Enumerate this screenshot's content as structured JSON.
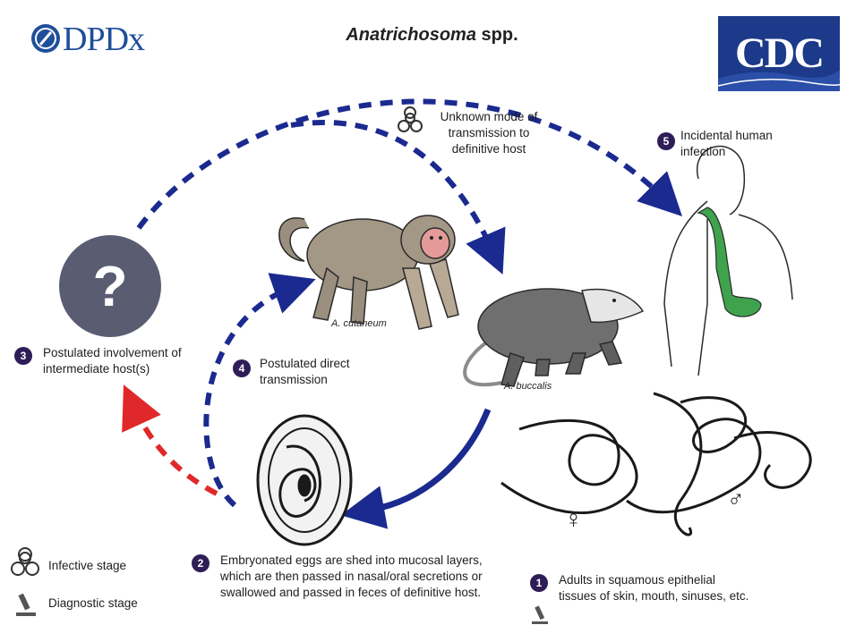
{
  "title": {
    "species_name": "Anatrichosoma",
    "suffix": " spp."
  },
  "logos": {
    "left": "DPDx",
    "right": "CDC"
  },
  "unknown_host": {
    "symbol": "?"
  },
  "steps": [
    {
      "number": "1",
      "text": "Adults in squamous epithelial tissues of skin, mouth, sinuses, etc."
    },
    {
      "number": "2",
      "text": "Embryonated eggs are shed into mucosal layers, which are then passed in nasal/oral secretions or swallowed and passed in feces of definitive host."
    },
    {
      "number": "3",
      "text": "Postulated involvement of intermediate host(s)"
    },
    {
      "number": "4",
      "text": "Postulated direct transmission"
    },
    {
      "number": "5",
      "text": "Incidental human infection"
    }
  ],
  "unknown_transmission": "Unknown mode of transmission to definitive host",
  "species_labels": {
    "monkey": "A. cutaneum",
    "opossum": "A. buccalis"
  },
  "sex_symbols": {
    "female": "♀",
    "male": "♂"
  },
  "legend": {
    "infective": "Infective stage",
    "diagnostic": "Diagnostic stage"
  },
  "colors": {
    "arrow_blue": "#1b2a8f",
    "arrow_red": "#e0282a",
    "step_badge": "#2e1d57",
    "unknown_circle": "#5a5d72",
    "gut": "#3fa34d"
  },
  "icons": [
    "biohazard-icon",
    "microscope-icon",
    "female-symbol",
    "male-symbol"
  ]
}
